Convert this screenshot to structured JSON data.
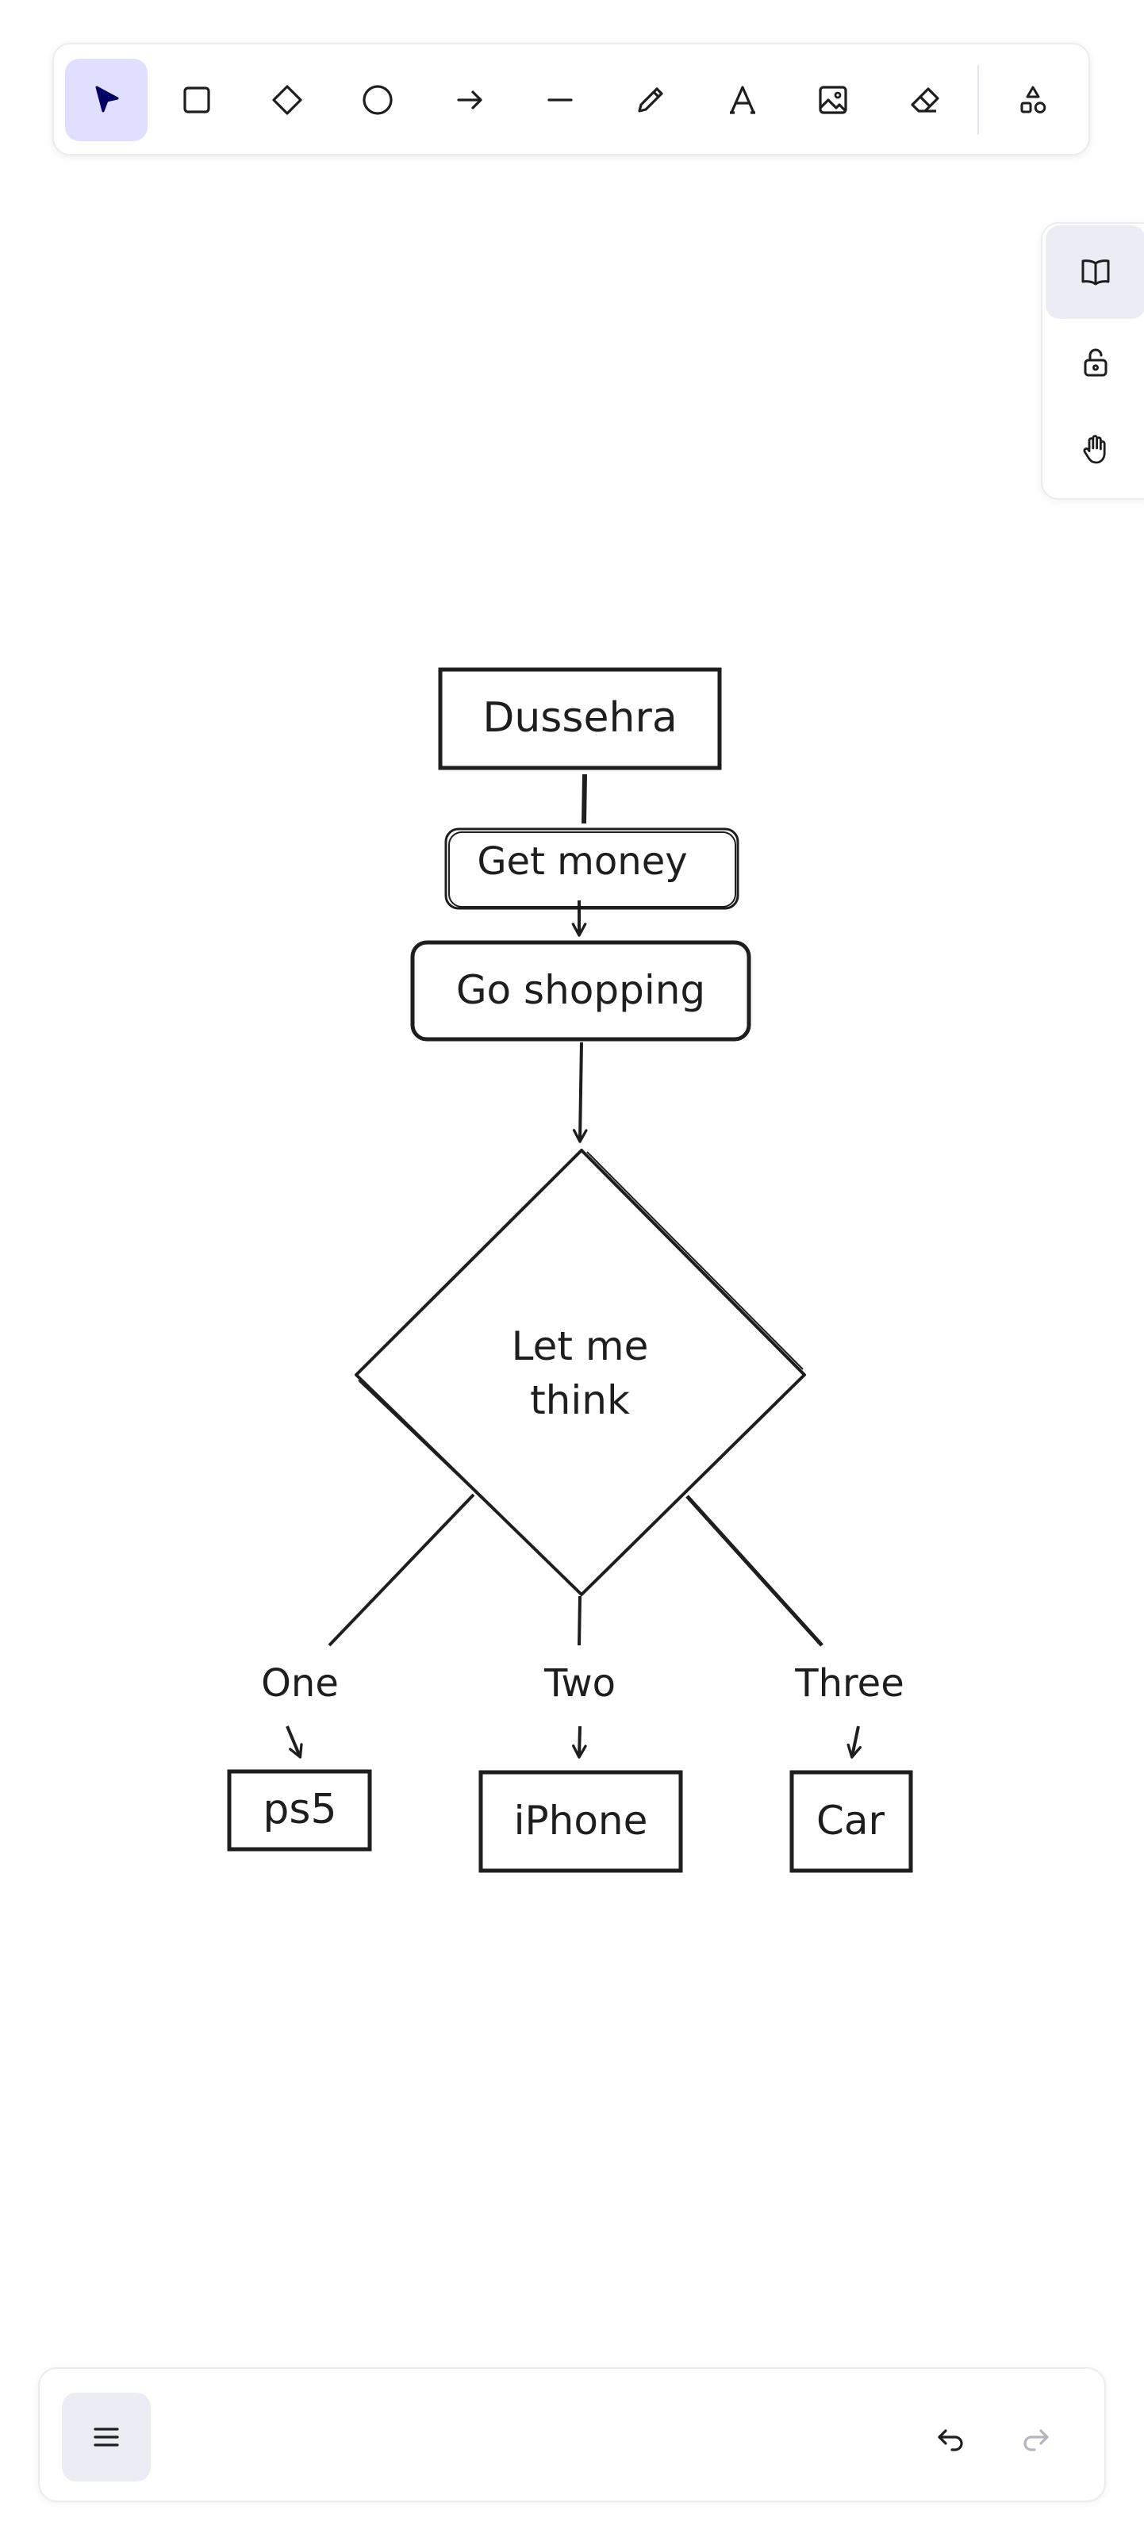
{
  "toolbar": {
    "tools": [
      {
        "name": "selection",
        "icon": "pointer-icon",
        "active": true
      },
      {
        "name": "rectangle",
        "icon": "rectangle-icon"
      },
      {
        "name": "diamond",
        "icon": "diamond-icon"
      },
      {
        "name": "ellipse",
        "icon": "circle-icon"
      },
      {
        "name": "arrow",
        "icon": "arrow-icon"
      },
      {
        "name": "line",
        "icon": "line-icon"
      },
      {
        "name": "draw",
        "icon": "pencil-icon"
      },
      {
        "name": "text",
        "icon": "text-icon"
      },
      {
        "name": "image",
        "icon": "image-icon"
      },
      {
        "name": "eraser",
        "icon": "eraser-icon"
      },
      {
        "name": "more-shapes",
        "icon": "shapes-icon"
      }
    ]
  },
  "side_panel": {
    "buttons": [
      {
        "icon": "book-icon",
        "active": true
      },
      {
        "icon": "unlock-icon"
      },
      {
        "icon": "hand-icon"
      }
    ]
  },
  "diagram": {
    "nodes": {
      "dussehra": "Dussehra",
      "get_money": "Get money",
      "go_shopping": "Go shopping",
      "decision_line1": "Let me",
      "decision_line2": "think",
      "ps5": "ps5",
      "iphone": "iPhone",
      "car": "Car"
    },
    "edge_labels": {
      "one": "One",
      "two": "Two",
      "three": "Three"
    }
  },
  "bottom_bar": {
    "menu_icon": "hamburger-menu-icon",
    "undo_icon": "undo-icon",
    "redo_icon": "redo-icon",
    "redo_enabled": false
  },
  "colors": {
    "accent": "#e0dfff",
    "ink": "#1e1e1e",
    "active_icon": "#030064"
  }
}
